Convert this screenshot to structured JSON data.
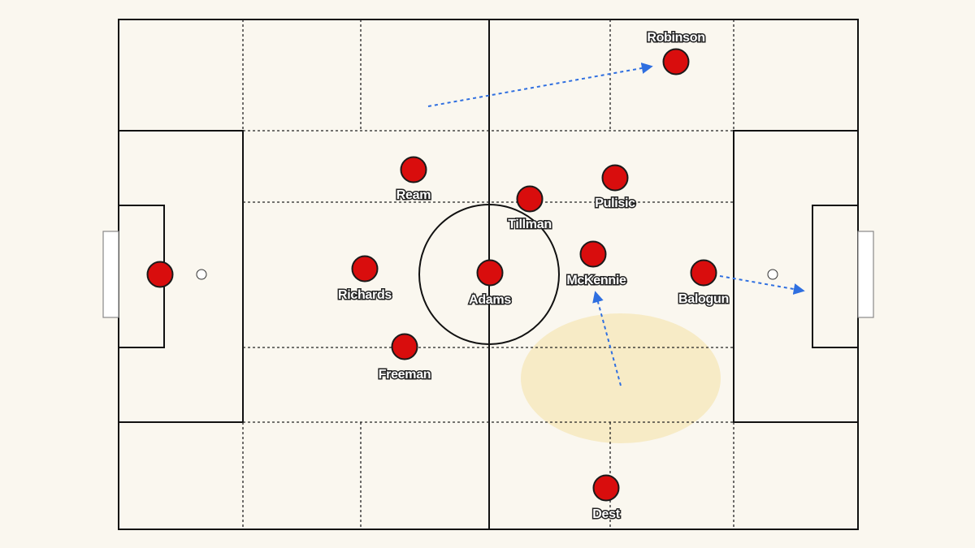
{
  "diagram": {
    "colors": {
      "background": "#faf7ef",
      "player": "#d90d0d",
      "arrow": "#2f6fe0",
      "zone": "#f6e7b8"
    },
    "players": [
      {
        "id": "goalkeeper",
        "name": ""
      },
      {
        "id": "ream",
        "name": "Ream"
      },
      {
        "id": "richards",
        "name": "Richards"
      },
      {
        "id": "freeman",
        "name": "Freeman"
      },
      {
        "id": "adams",
        "name": "Adams"
      },
      {
        "id": "tillman",
        "name": "Tillman"
      },
      {
        "id": "mckennie",
        "name": "McKennie"
      },
      {
        "id": "pulisic",
        "name": "Pulisic"
      },
      {
        "id": "robinson",
        "name": "Robinson"
      },
      {
        "id": "balogun",
        "name": "Balogun"
      },
      {
        "id": "dest",
        "name": "Dest"
      }
    ]
  }
}
